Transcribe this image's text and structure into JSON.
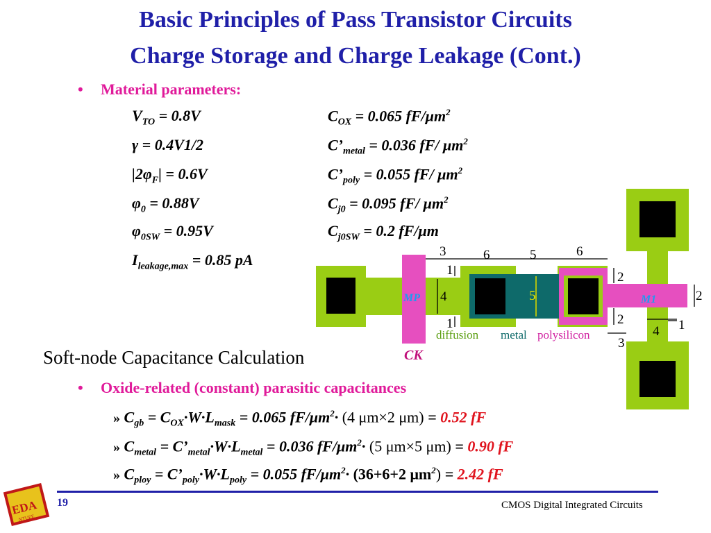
{
  "title": {
    "line1": "Basic Principles of Pass Transistor Circuits",
    "line2": "Charge Storage and Charge Leakage (Cont.)"
  },
  "material": {
    "bullet": "•",
    "heading": "Material parameters:",
    "left": [
      {
        "sym": "V",
        "sub": "TO",
        "rest": " = 0.8V"
      },
      {
        "sym": "γ",
        "sub": "",
        "rest": " = 0.4V1/2"
      },
      {
        "sym": "|2φ",
        "sub": "F",
        "rest": "| = 0.6V"
      },
      {
        "sym": "φ",
        "sub": "0",
        "rest": " = 0.88V"
      },
      {
        "sym": "φ",
        "sub": "0SW",
        "rest": " = 0.95V"
      },
      {
        "sym": "I",
        "sub": "leakage,max",
        "rest": " = 0.85 pA"
      }
    ],
    "right": [
      {
        "sym": "C",
        "sub": "OX",
        "rest": " = 0.065 fF/μm",
        "sup": "2"
      },
      {
        "sym": "C’",
        "sub": "metal",
        "rest": " = 0.036 fF/ μm",
        "sup": "2"
      },
      {
        "sym": "C’",
        "sub": "poly",
        "rest": " = 0.055 fF/ μm",
        "sup": "2"
      },
      {
        "sym": "C",
        "sub": "j0",
        "rest": " = 0.095 fF/ μm",
        "sup": "2"
      },
      {
        "sym": "C",
        "sub": "j0SW",
        "rest": " = 0.2 fF/μm",
        "sup": ""
      }
    ]
  },
  "soft_node": {
    "heading": "Soft-node Capacitance Calculation",
    "bullet_label": "Oxide-related (constant) parasitic capacitances",
    "eq1": {
      "lhs": "C",
      "lhs_sub": "gb",
      "mid": " = C",
      "mid_sub": "OX",
      "w": "·W·L",
      "w_sub": "mask",
      "val": " = 0.065 fF/μm",
      "sup": "2",
      "dot": "·",
      "paren": " (4  μm×2  μm) ",
      "eqs": "= ",
      "result": "0.52 fF"
    },
    "eq2": {
      "lhs": "C",
      "lhs_sub": "metal",
      "mid": " = C’",
      "mid_sub": "metal",
      "w": "·W·L",
      "w_sub": "metal",
      "val": " = 0.036 fF/μm",
      "sup": "2",
      "dot": "·",
      "paren": " (5  μm×5  μm) ",
      "eqs": "= ",
      "result": "0.90 fF"
    },
    "eq3": {
      "lhs": "C",
      "lhs_sub": "ploy",
      "mid": " = C’",
      "mid_sub": "poly",
      "w": "·W·L",
      "w_sub": "poly",
      "val": " = 0.055 fF/μm",
      "sup": "2",
      "dot": "·",
      "paren": " (36+6+2  μm",
      "paren_sup": "2",
      "paren_end": ") ",
      "eqs": "= ",
      "result": "2.42 fF"
    },
    "raquo": "»"
  },
  "layout_labels": {
    "dim_3_top": "3",
    "dim_6_left": "6",
    "dim_5_top": "5",
    "dim_6_right": "6",
    "dim_1_top": "1",
    "dim_4_left": "4",
    "dim_1_bottom": "1",
    "dim_5_center": "5",
    "dim_2_top": "2",
    "dim_2_right": "2",
    "dim_2_bottom": "2",
    "dim_4_bottom": "4",
    "dim_1_right": "1",
    "dim_3_bottom": "3",
    "mp": "MP",
    "m1": "M1",
    "ck": "CK",
    "legend_diffusion": "diffusion",
    "legend_metal": "metal",
    "legend_poly": "polysilicon"
  },
  "footer": {
    "page": "19",
    "course": "CMOS Digital Integrated Circuits",
    "logo_text": "EDA",
    "logo_subtext": "NTUEE"
  },
  "colors": {
    "title": "#1f1fa8",
    "pink": "#e01a9a",
    "red": "#e0141e",
    "diffusion": "#9acd14",
    "metal": "#0e6a6a",
    "poly": "#e64fbf"
  }
}
